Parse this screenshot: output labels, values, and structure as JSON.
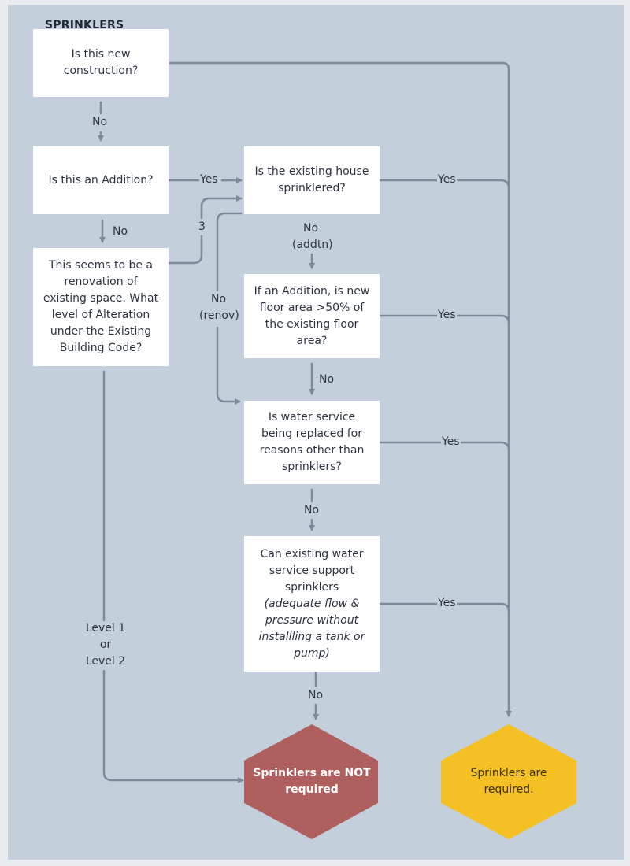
{
  "title": "SPRINKLERS",
  "nodes": {
    "new_construction": "Is this new construction?",
    "addition": "Is this an Addition?",
    "existing_sprinklered": "Is the existing house sprinklered?",
    "renovation": "This seems to be a renovation of existing space. What level of Alteration under the Existing Building Code?",
    "floor_area": "If an Addition, is new floor area >50% of the existing floor area?",
    "water_service": "Is water service being replaced for reasons other than sprinklers?",
    "support": "Can existing water service support sprinklers",
    "support_note": "(adequate flow & pressure without installling a tank or pump)",
    "not_required": "Sprinklers are NOT required",
    "required": "Sprinklers are required."
  },
  "labels": {
    "no_1": "No",
    "yes_addition": "Yes",
    "no_2": "No",
    "three": "3",
    "yes_sprinklered": "Yes",
    "no_addtn": "No",
    "addtn": "(addtn)",
    "no_renov": "No",
    "renov": "(renov)",
    "yes_floor": "Yes",
    "no_floor": "No",
    "yes_water": "Yes",
    "no_water": "No",
    "yes_support": "Yes",
    "no_support": "No",
    "level1": "Level 1",
    "or": "or",
    "level2": "Level 2"
  },
  "colors": {
    "background": "#c3cfda",
    "box": "#ffffff",
    "connector": "#7d8a99",
    "not_required": "#b05f5f",
    "required": "#f4c024"
  }
}
